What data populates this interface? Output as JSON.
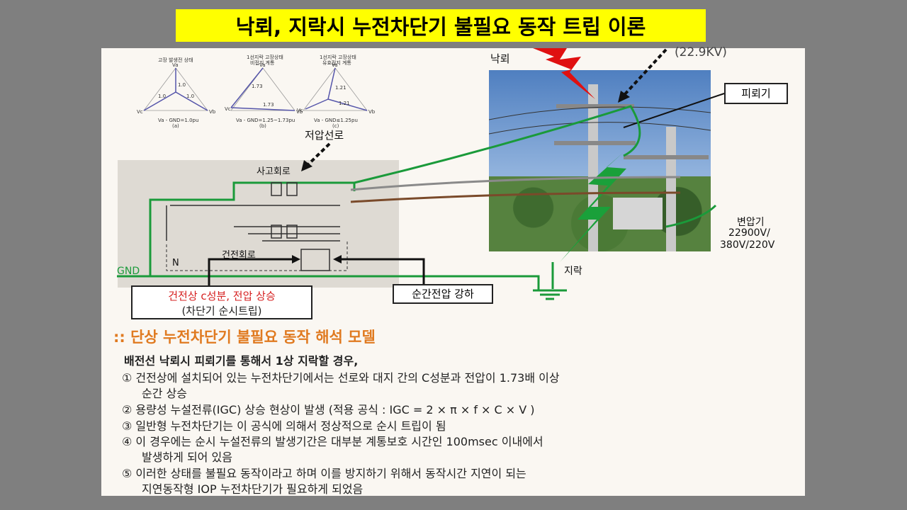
{
  "title": "낙뢰, 지락시 누전차단기 불필요 동작 트립 이론",
  "phasors": [
    {
      "heading": "고장 발생전 상태",
      "caption": "Va - GND=1.0pu",
      "tag": "(a)",
      "values": [
        "1.0",
        "1.0",
        "1.0"
      ]
    },
    {
      "heading": "1선지락 고장상태",
      "subheading": "비접지 계통",
      "caption": "Va - GND=1.25~1.73pu",
      "tag": "(b)",
      "values": [
        "1.73",
        "1.73"
      ]
    },
    {
      "heading": "1선지락 고장상태",
      "subheading": "유효접지 계통",
      "caption": "Va - GND≤1.25pu",
      "tag": "(c)",
      "values": [
        "1.21",
        "1.21"
      ]
    }
  ],
  "phasor_axes": {
    "a": "Va",
    "b": "Vb",
    "c": "Vc"
  },
  "labels": {
    "lightning": "낙뢰",
    "voltage": "(22.9KV)",
    "arrester": "피뢰기",
    "low_voltage_line": "저압선로",
    "fault_circuit": "사고회로",
    "healthy_circuit": "건전회로",
    "neutral": "N",
    "gnd": "GND",
    "ground_fault": "지락",
    "transformer": "변압기",
    "transformer_spec1": "22900V/",
    "transformer_spec2": "380V/220V"
  },
  "callouts": {
    "left_line1": "건전상 c성분, 전압 상승",
    "left_line2": "(차단기 순시트립)",
    "right": "순간전압 강하"
  },
  "section_heading": ":: 단상 누전차단기 불필요 동작 해석 모델",
  "lead": "배전선 낙뢰시 피뢰기를 통해서 1상 지락할 경우,",
  "items": [
    {
      "line1": "① 건전상에 설치되어 있는 누전차단기에서는 선로와 대지 간의 C성분과 전압이 1.73배 이상",
      "line2": "순간 상승"
    },
    {
      "line1": "② 용량성 누설전류(IGC) 상승 현상이 발생 (적용 공식 : IGC = 2 × π × f × C × V )"
    },
    {
      "line1": "③ 일반형 누전차단기는 이 공식에 의해서 정상적으로 순시 트립이 됨"
    },
    {
      "line1": "④ 이 경우에는 순시 누설전류의 발생기간은 대부분 계통보호 시간인 100msec 이내에서",
      "line2": "발생하게 되어 있음"
    },
    {
      "line1": "⑤ 이러한 상태를 불필요 동작이라고 하며 이를 방지하기 위해서 동작시간 지연이 되는",
      "line2": "지연동작형 IOP 누전차단기가 필요하게 되었음"
    }
  ],
  "colors": {
    "title_bg": "#ffff00",
    "heading": "#e07a20",
    "callout_red": "#d62020",
    "wire_green": "#1a9a3a",
    "lightning_red": "#e01010"
  }
}
